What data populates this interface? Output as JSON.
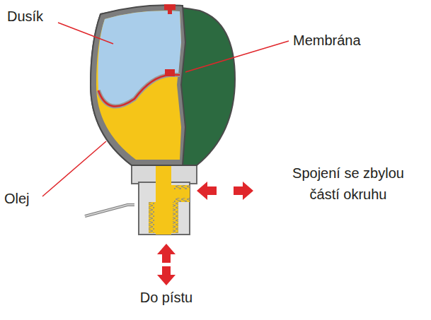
{
  "diagram": {
    "labels": [
      "Dusík",
      "Membrána",
      "Olej",
      "Spojení se zbylou částí okruhu",
      "Do pístu"
    ]
  }
}
